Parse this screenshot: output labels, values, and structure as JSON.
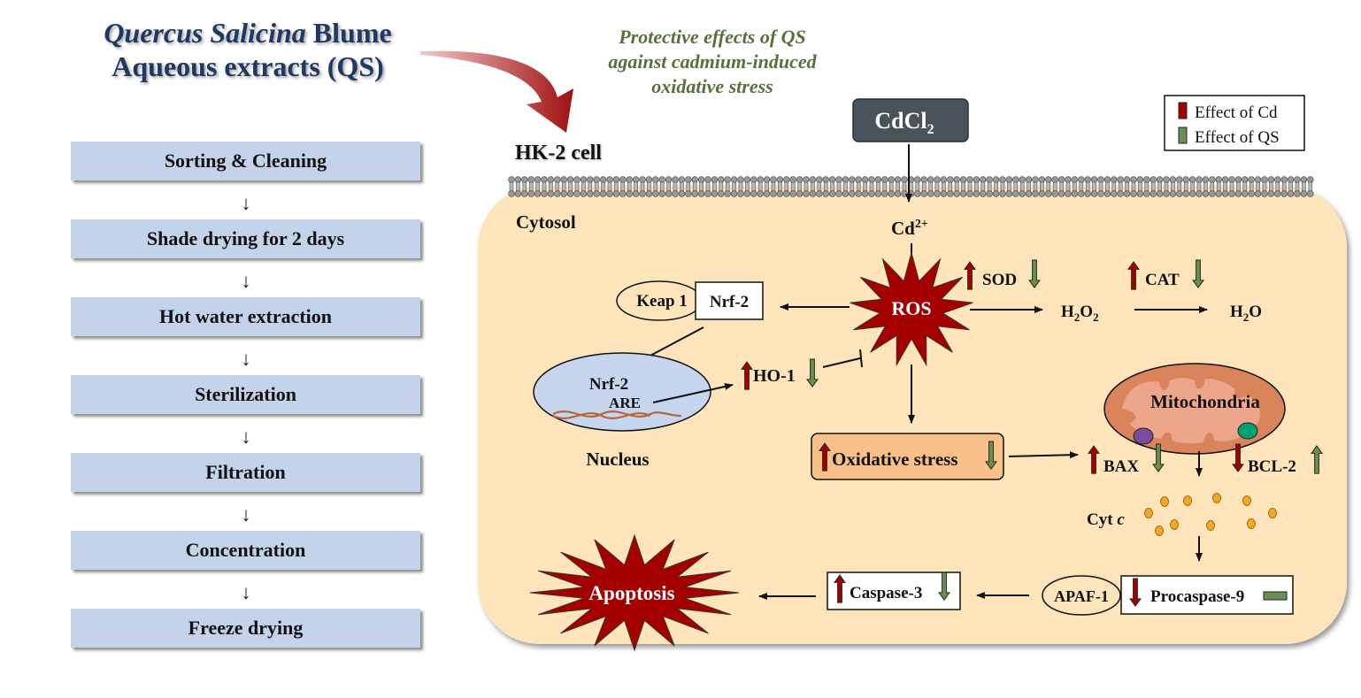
{
  "left_panel": {
    "title_italic": "Quercus Salicina",
    "title_rest": " Blume",
    "title_line2": "Aqueous extracts (QS)",
    "steps": [
      {
        "label": "Sorting & Cleaning"
      },
      {
        "label": "Shade drying for 2 days"
      },
      {
        "label": "Hot water extraction"
      },
      {
        "label": "Sterilization"
      },
      {
        "label": "Filtration"
      },
      {
        "label": "Concentration"
      },
      {
        "label": "Freeze drying"
      }
    ],
    "step_arrow": "↓"
  },
  "subtitle": {
    "line1": "Protective effects of QS",
    "line2": "against cadmium-induced",
    "line3": "oxidative stress"
  },
  "cell": {
    "label": "HK-2 cell",
    "cytosol": "Cytosol",
    "cdcl2_main": "CdCl",
    "cdcl2_sub": "2",
    "cd_ion": "Cd",
    "cd_ion_sup": "2+"
  },
  "legend": {
    "items": [
      {
        "label": "Effect of Cd",
        "color": "#a50000"
      },
      {
        "label": "Effect of QS",
        "color": "#6b8f4e"
      }
    ]
  },
  "pathway": {
    "keap1": "Keap 1",
    "nrf2": "Nrf-2",
    "ros": "ROS",
    "sod": "SOD",
    "cat": "CAT",
    "h2o2_main": "H",
    "h2o2_sub1": "2",
    "h2o2_o": "O",
    "h2o2_sub2": "2",
    "h2o_main": "H",
    "h2o_sub": "2",
    "h2o_o": "O",
    "nucleus_nrf2": "Nrf-2",
    "are": "ARE",
    "nucleus": "Nucleus",
    "ho1": "HO-1",
    "oxidative_stress": "Oxidative stress",
    "mitochondria": "Mitochondria",
    "bax": "BAX",
    "bcl2": "BCL-2",
    "cytc": "Cyt ",
    "cytc_italic": "c",
    "apaf1": "APAF-1",
    "procaspase9": "Procaspase-9",
    "caspase3": "Caspase-3",
    "apoptosis": "Apoptosis"
  },
  "colors": {
    "cd_red": "#a50000",
    "qs_green": "#6b8f4e",
    "cytosol_fill": "#fde4bb",
    "step_fill": "#c3d3ea",
    "title_navy": "#1f3864",
    "subtitle_green": "#5a6e3c",
    "cdcl2_fill": "#4a535c",
    "nucleus_fill": "#c5d6ee",
    "mito_fill": "#d9845a",
    "oxstress_fill": "#f9c08a"
  }
}
